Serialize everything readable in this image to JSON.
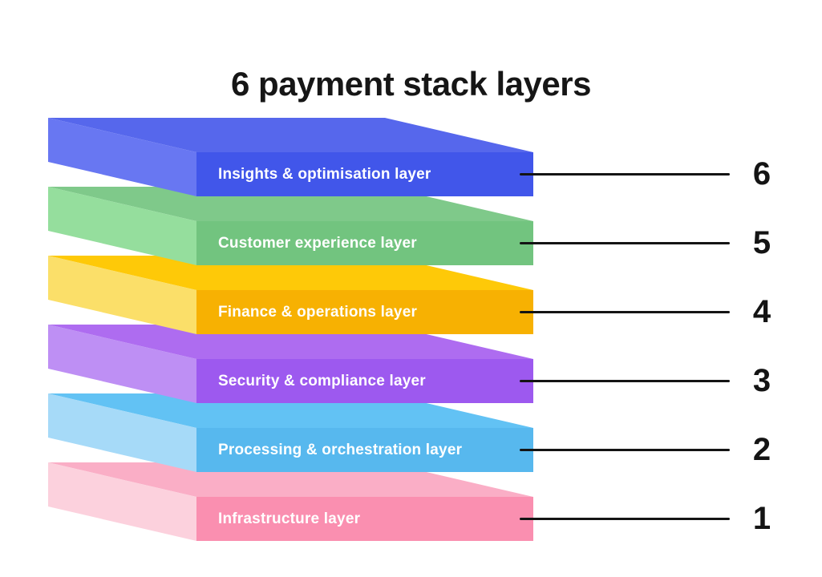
{
  "title": "6 payment stack layers",
  "colors": {
    "background": "#ffffff",
    "ink": "#141414",
    "label_text": "#ffffff"
  },
  "layers": [
    {
      "number": "6",
      "label": "Insights & optimisation layer",
      "colors": {
        "top": "#5667EC",
        "left": "#6877F2",
        "front": "#4156EA"
      }
    },
    {
      "number": "5",
      "label": "Customer experience layer",
      "colors": {
        "top": "#7FC98A",
        "left": "#95DE9D",
        "front": "#72C47F"
      }
    },
    {
      "number": "4",
      "label": "Finance & operations layer",
      "colors": {
        "top": "#FEC908",
        "left": "#FBDF69",
        "front": "#F7B102"
      }
    },
    {
      "number": "3",
      "label": "Security & compliance layer",
      "colors": {
        "top": "#AE6CF0",
        "left": "#BE8FF4",
        "front": "#9D59EF"
      }
    },
    {
      "number": "2",
      "label": "Processing & orchestration layer",
      "colors": {
        "top": "#62C2F4",
        "left": "#A6DAF8",
        "front": "#57B8EE"
      }
    },
    {
      "number": "1",
      "label": "Infrastructure layer",
      "colors": {
        "top": "#FAAEC6",
        "left": "#FCD1DD",
        "front": "#FA8FB0"
      }
    }
  ]
}
